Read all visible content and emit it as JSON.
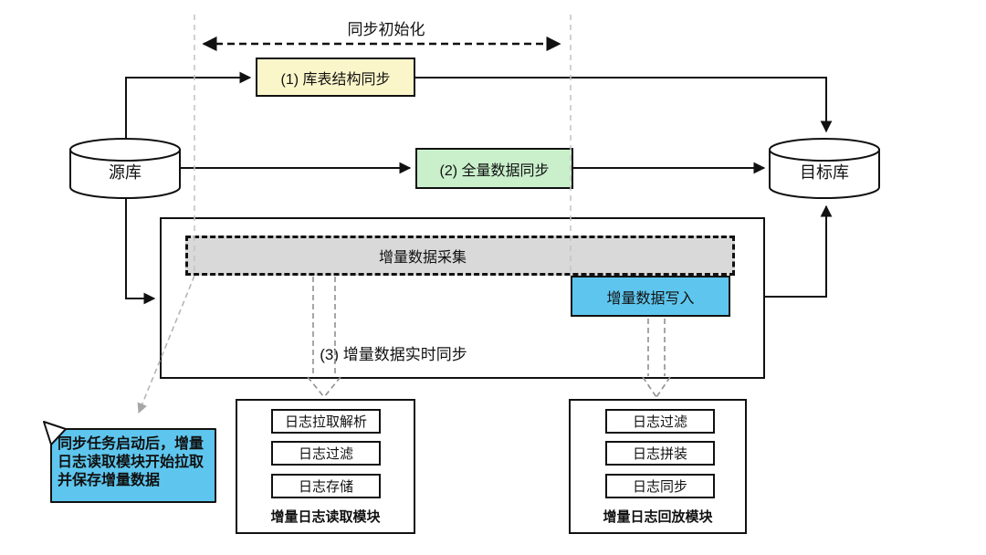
{
  "colors": {
    "yellow": "#FBF6C9",
    "green": "#C9EFCB",
    "blue": "#5EC6EE",
    "gray": "#D9D9D9"
  },
  "top": {
    "sync_init_label": "同步初始化"
  },
  "nodes": {
    "source_db": "源库",
    "target_db": "目标库",
    "step1": "(1) 库表结构同步",
    "step2": "(2) 全量数据同步",
    "step3": "(3) 增量数据实时同步",
    "capture": "增量数据采集",
    "write": "增量数据写入"
  },
  "note": {
    "text": "同步任务启动后，增量\n日志读取模块开始拉取\n并保存增量数据"
  },
  "reader_module": {
    "label": "增量日志读取模块",
    "steps": [
      "日志拉取解析",
      "日志过滤",
      "日志存储"
    ]
  },
  "replay_module": {
    "label": "增量日志回放模块",
    "steps": [
      "日志过滤",
      "日志拼装",
      "日志同步"
    ]
  }
}
